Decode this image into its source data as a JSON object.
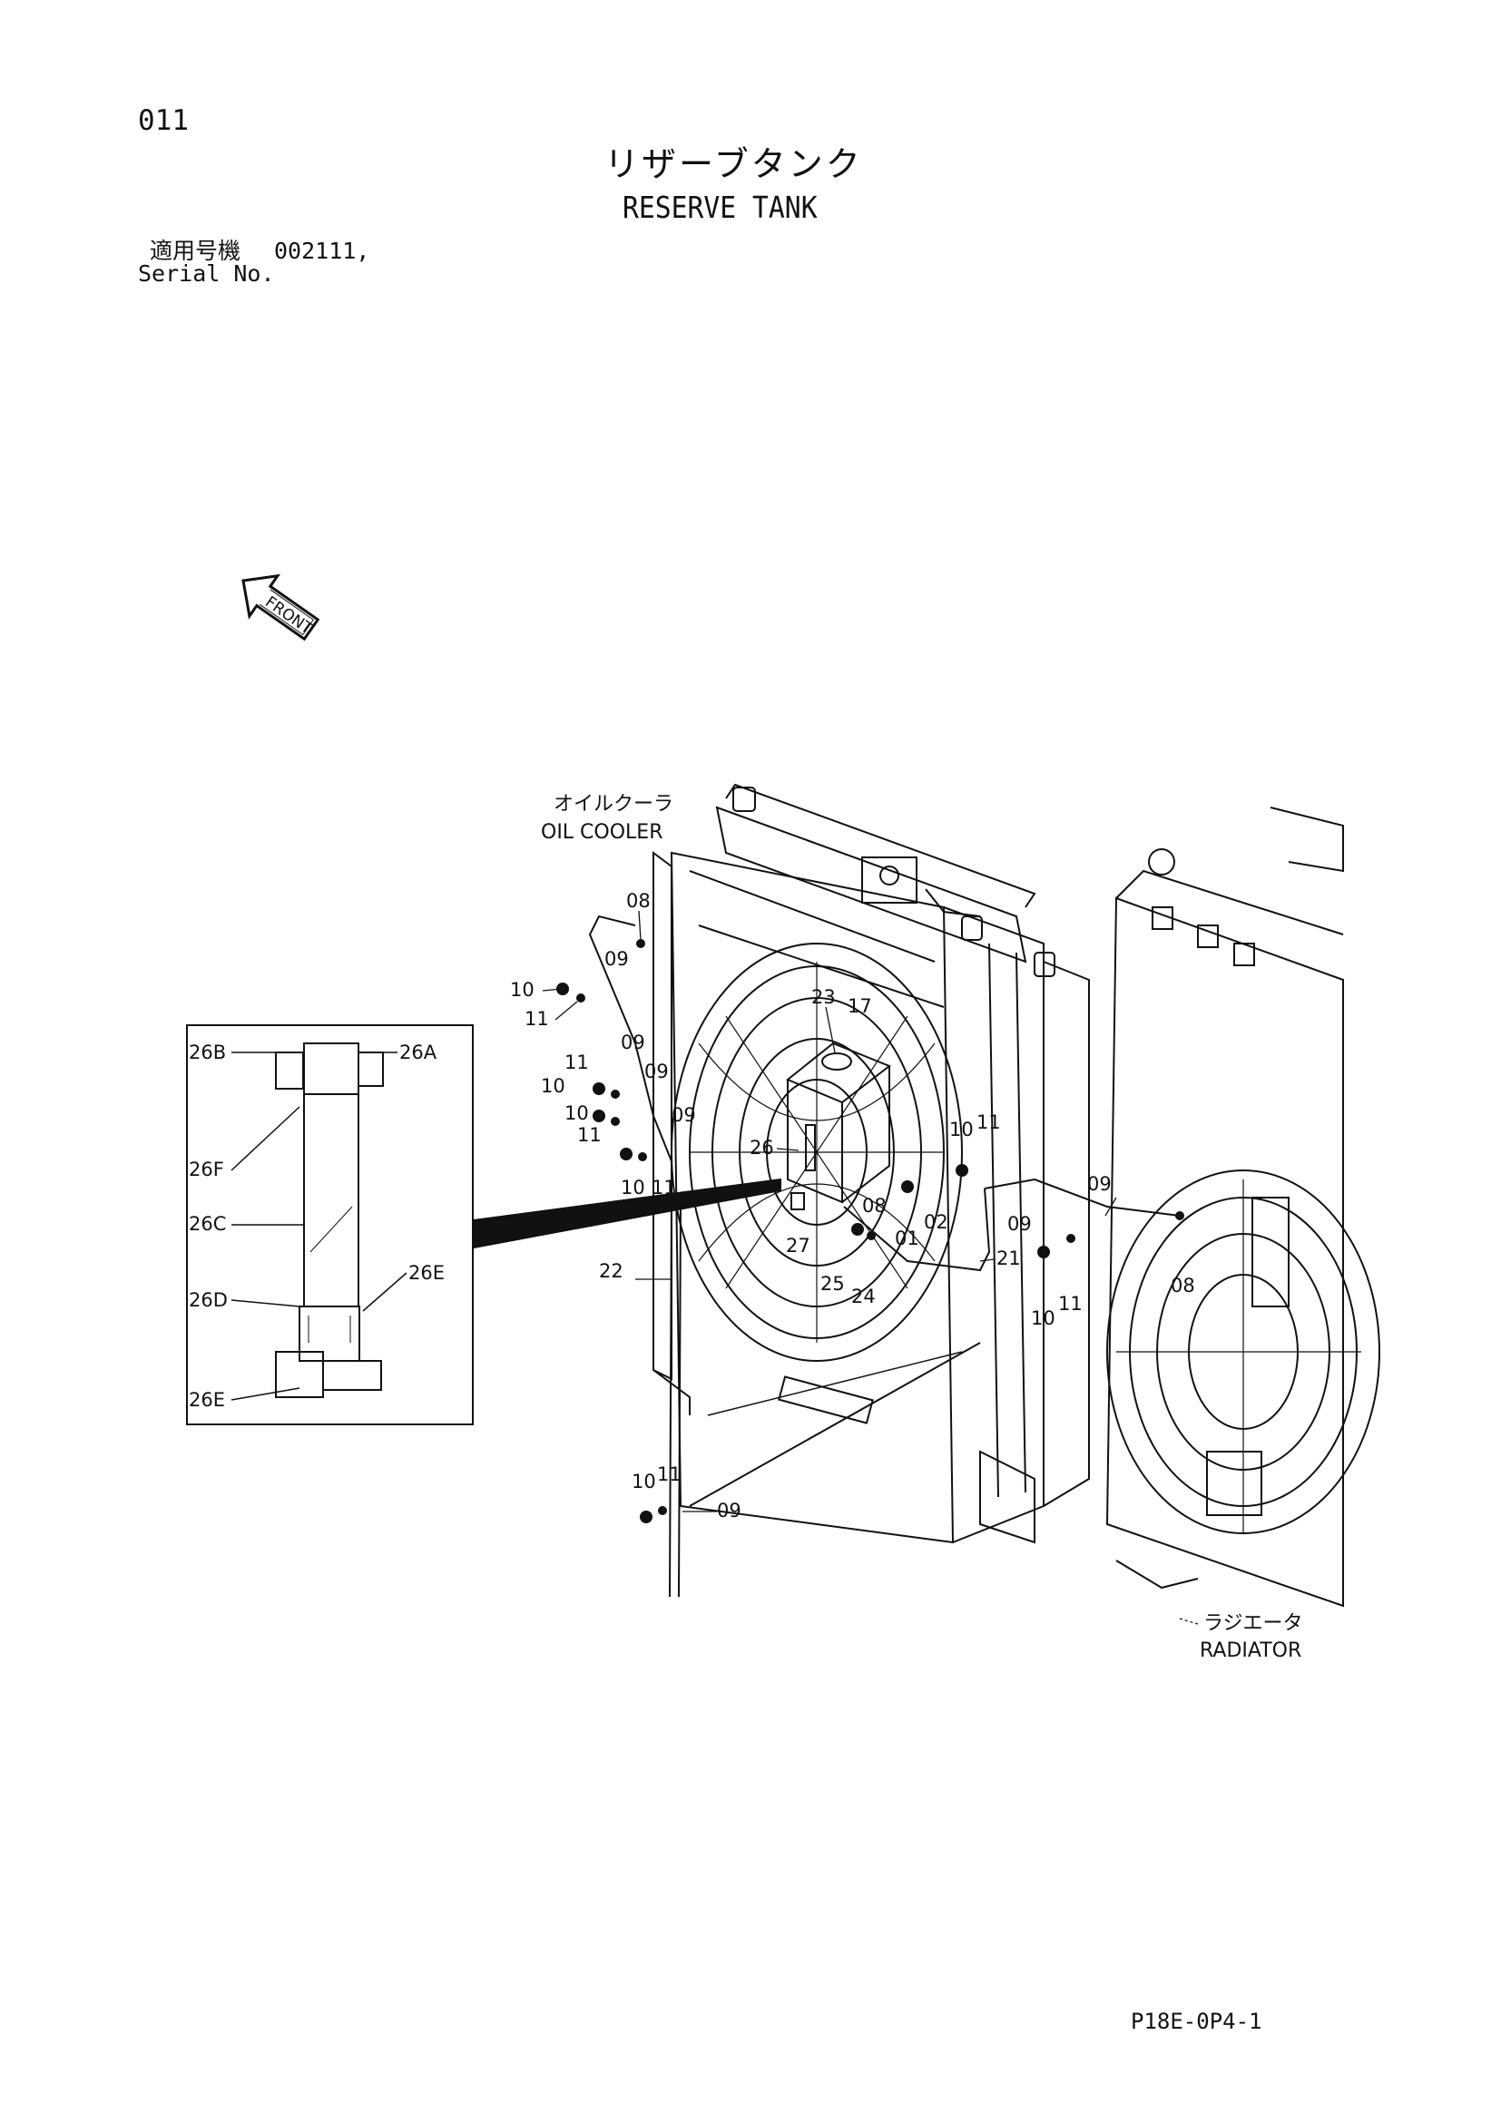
{
  "page_number": "011",
  "title_jp": "リザーブタンク",
  "title_en": "RESERVE TANK",
  "serial_label_jp": "適用号機",
  "serial_value": "002111,",
  "serial_label_en": "Serial No.",
  "front_label": "FRONT",
  "oil_cooler_jp": "オイルクーラ",
  "oil_cooler_en": "OIL COOLER",
  "radiator_jp": "ラジエータ",
  "radiator_en": "RADIATOR",
  "doc_id": "P18E-0P4-1",
  "detail_callouts": {
    "c26A": "26A",
    "c26B": "26B",
    "c26F": "26F",
    "c26C": "26C",
    "c26D": "26D",
    "c26E1": "26E",
    "c26E2": "26E"
  },
  "callouts": {
    "c08a": "08",
    "c09a": "09",
    "c10a": "10",
    "c11a": "11",
    "c23": "23",
    "c17": "17",
    "c11b": "11",
    "c09b": "09",
    "c10b": "10",
    "c09c": "09",
    "c10c": "10",
    "c09d": "09",
    "c11c": "11",
    "c26": "26",
    "c10d": "10",
    "c11d": "11",
    "c10e": "10",
    "c11e": "11",
    "c08b": "08",
    "c01": "01",
    "c02": "02",
    "c27": "27",
    "c25": "25",
    "c24": "24",
    "c22": "22",
    "c21": "21",
    "c09e": "09",
    "c09f": "09",
    "c10f": "10",
    "c11f": "11",
    "c08c": "08",
    "c10g": "10",
    "c11g": "11",
    "c09g": "09"
  },
  "colors": {
    "ink": "#111111",
    "paper": "#ffffff"
  }
}
